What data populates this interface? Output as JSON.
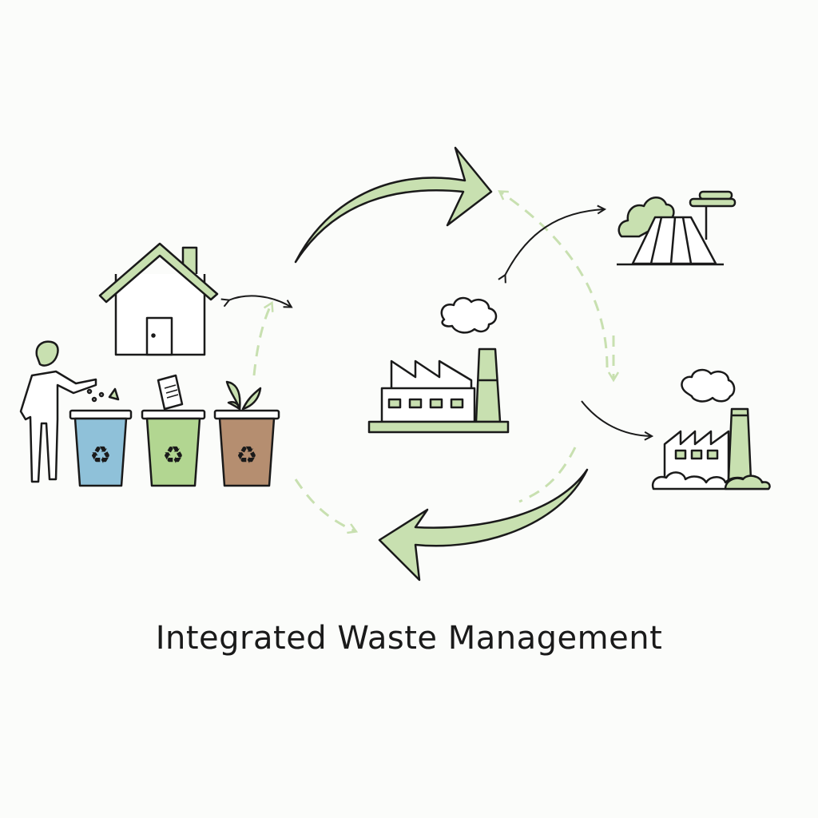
{
  "title": "Integrated Waste Management",
  "colors": {
    "background": "#fbfcfa",
    "outline": "#1a1a1a",
    "accent_green": "#c8e0b0",
    "bin_blue": "#8fc1d9",
    "bin_green": "#b2d691",
    "bin_brown": "#b58e70"
  },
  "nodes": [
    {
      "id": "household",
      "icon": "house-icon"
    },
    {
      "id": "person",
      "icon": "person-disposing-icon"
    },
    {
      "id": "bin_recyclables",
      "icon": "blue-recycling-bin-icon"
    },
    {
      "id": "bin_paper",
      "icon": "green-recycling-bin-icon"
    },
    {
      "id": "bin_organic",
      "icon": "brown-compost-bin-icon"
    },
    {
      "id": "processing_facility",
      "icon": "factory-icon"
    },
    {
      "id": "landfill",
      "icon": "landfill-icon"
    },
    {
      "id": "waste_to_energy",
      "icon": "energy-plant-icon"
    }
  ],
  "flows": [
    {
      "from": "household",
      "to": "processing_facility",
      "style": "large green arrow"
    },
    {
      "from": "processing_facility",
      "to": "bins",
      "style": "large green arrow"
    },
    {
      "from": "household",
      "to": "bins",
      "style": "double-headed thin arrow"
    },
    {
      "from": "processing_facility",
      "to": "landfill",
      "style": "double-headed thin arrow"
    },
    {
      "from": "processing_facility",
      "to": "waste_to_energy",
      "style": "thin arrow"
    },
    {
      "from": "landfill",
      "to": "waste_to_energy",
      "style": "dashed green arrow"
    }
  ]
}
